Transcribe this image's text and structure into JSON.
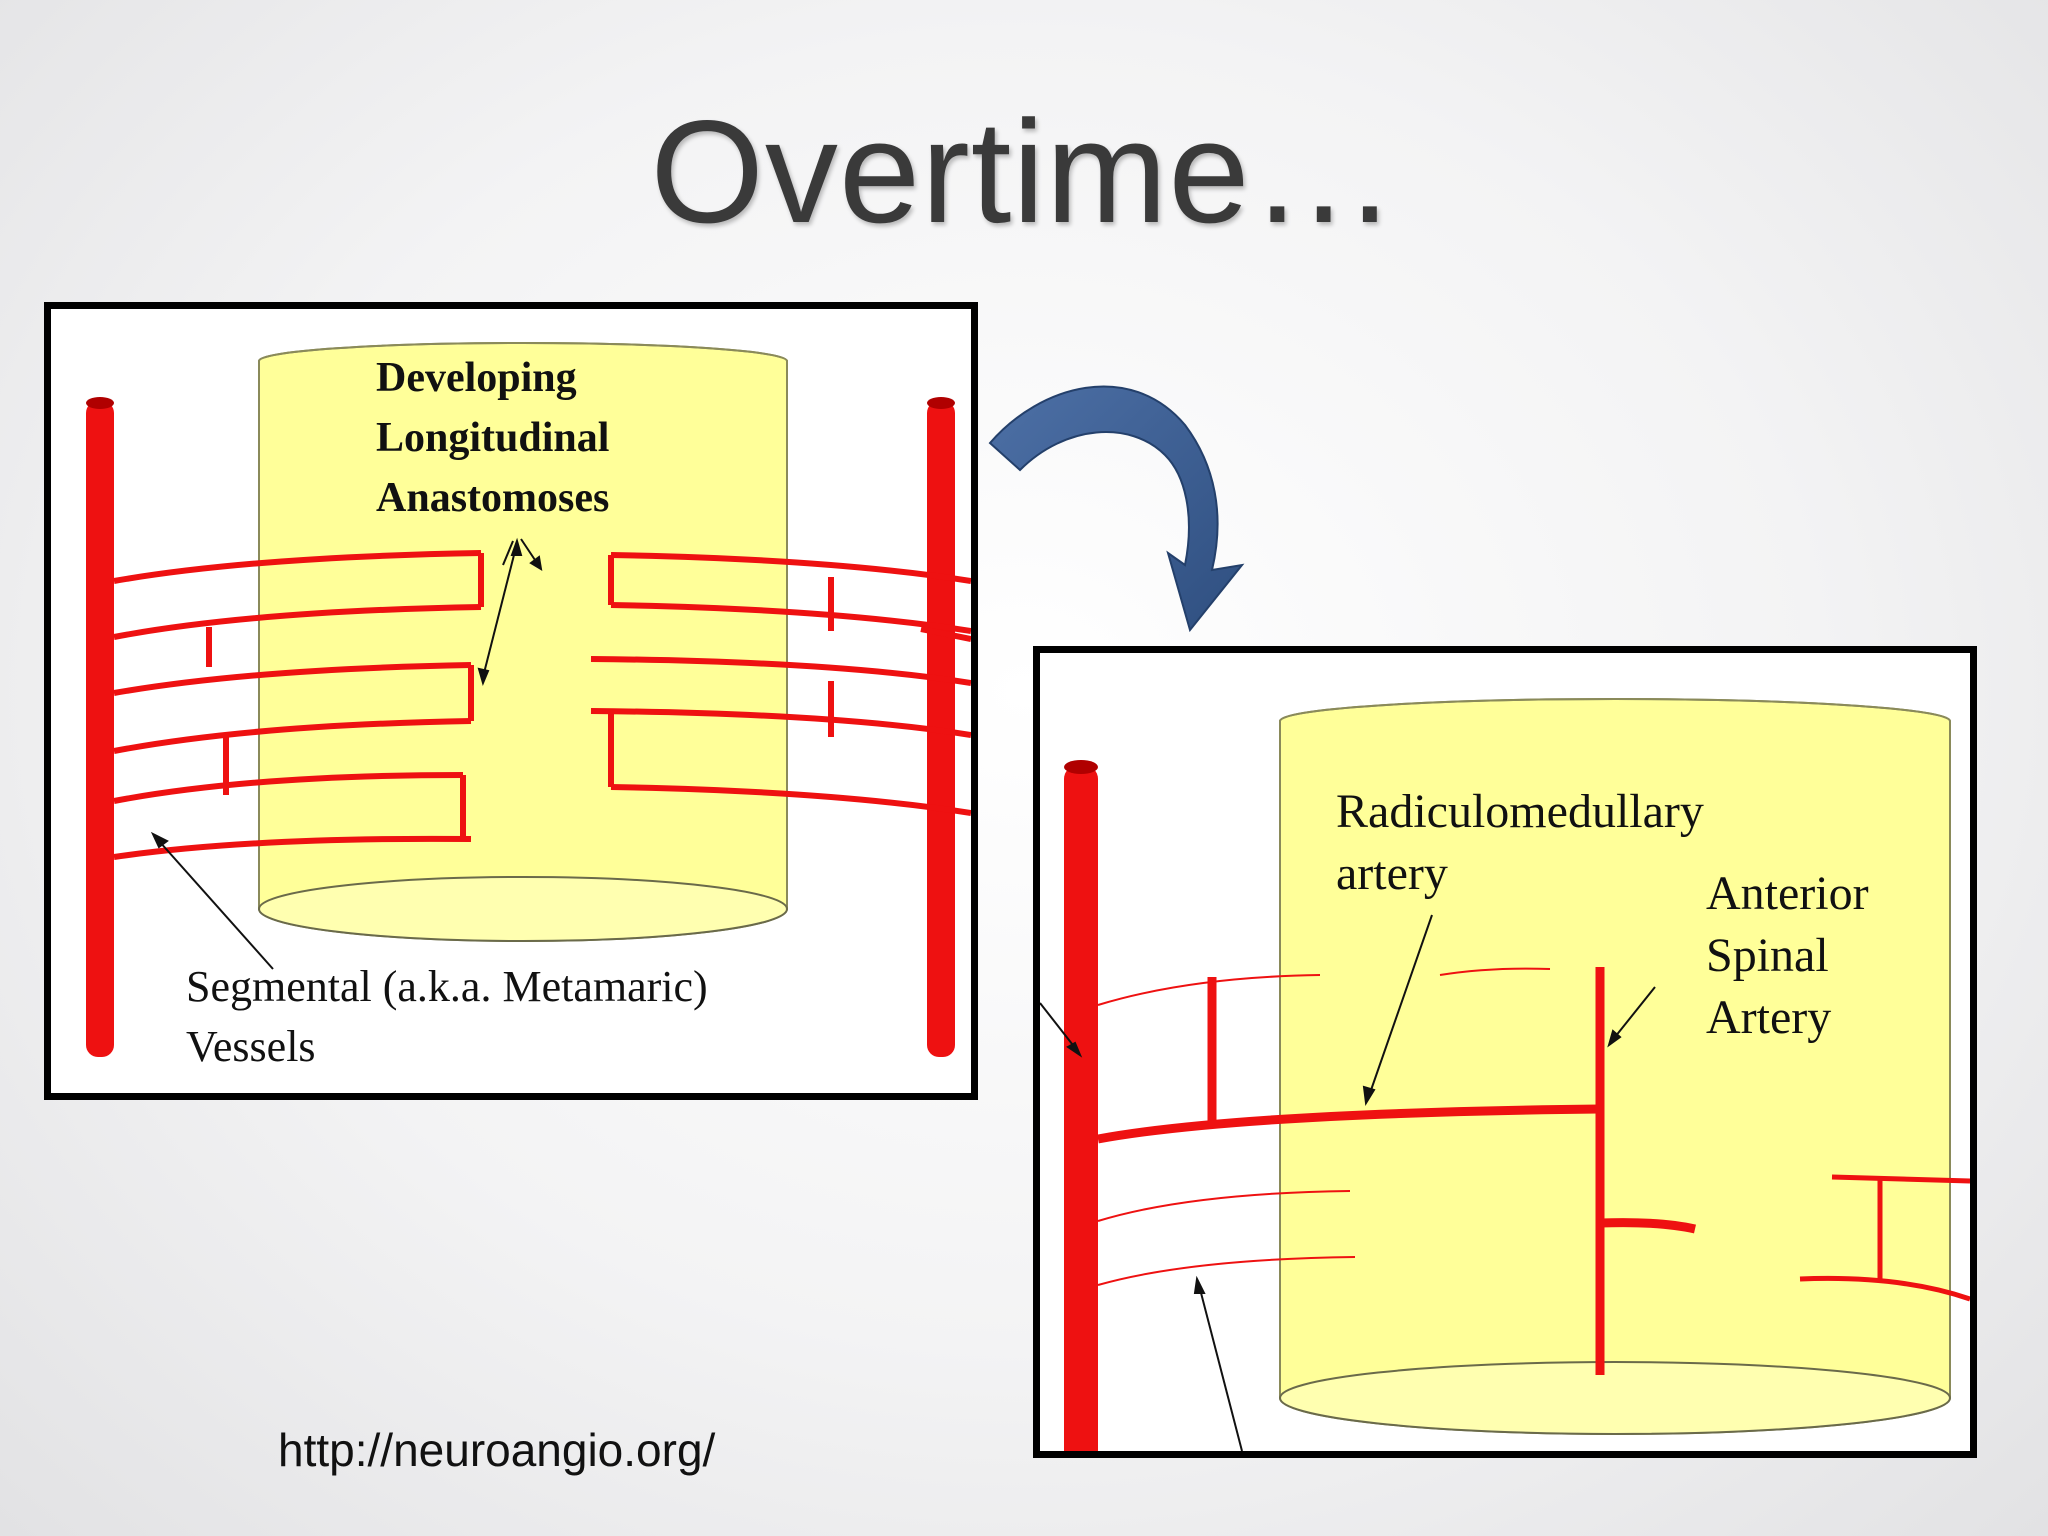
{
  "slide": {
    "title": "Overtime…",
    "source_url": "http://neuroangio.org/"
  },
  "left_diagram": {
    "label_developing_line1": "Developing",
    "label_developing_line2": "Longitudinal",
    "label_developing_line3": "Anastomoses",
    "label_segmental_line1": "Segmental (a.k.a. Metamaric)",
    "label_segmental_line2": "Vessels"
  },
  "right_diagram": {
    "label_radiculo_line1": "Radiculomedullary",
    "label_radiculo_line2": "artery",
    "label_anterior_line1": "Anterior",
    "label_anterior_line2": "Spinal",
    "label_anterior_line3": "Artery"
  },
  "colors": {
    "vessel_red": "#ee1111",
    "cord_yellow": "#ffff99",
    "arrow_blue": "#3d5f93"
  }
}
